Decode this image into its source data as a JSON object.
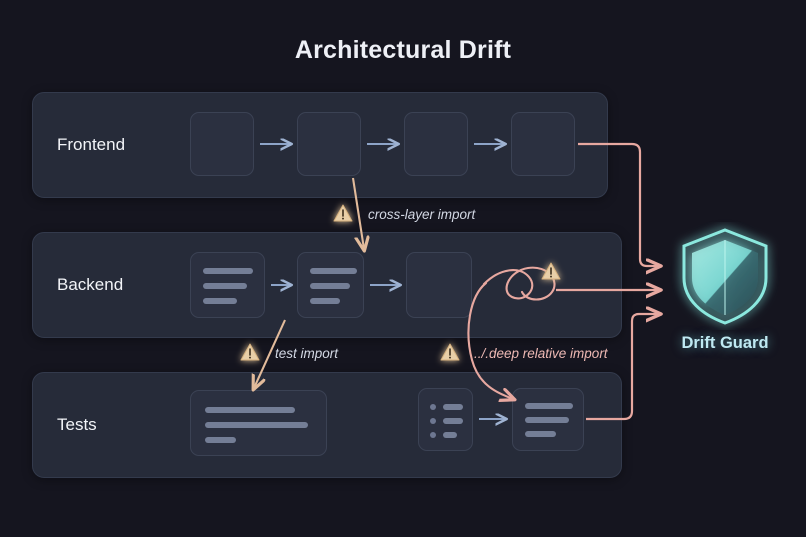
{
  "page": {
    "title": "Architectural Drift",
    "background_color": "#15151f"
  },
  "colors": {
    "panel_fill": "#262b39",
    "panel_border": "#333a4c",
    "node_fill": "#2b3040",
    "node_border": "#3b4254",
    "flow_arrow": "#8da4c8",
    "drift_pink": "#e7a8a0",
    "drift_tan": "#e2bb9b",
    "warn_fill": "#e8cfa8",
    "guard_cyan": "#7fe7e0",
    "guard_label": "#bfe9f2"
  },
  "layers": [
    {
      "id": "frontend",
      "label": "Frontend",
      "nodes": [
        {
          "id": "fe-1",
          "kind": "blank"
        },
        {
          "id": "fe-2",
          "kind": "blank"
        },
        {
          "id": "fe-3",
          "kind": "blank"
        },
        {
          "id": "fe-4",
          "kind": "blank"
        }
      ]
    },
    {
      "id": "backend",
      "label": "Backend",
      "nodes": [
        {
          "id": "be-1",
          "kind": "lines"
        },
        {
          "id": "be-2",
          "kind": "lines"
        },
        {
          "id": "be-3",
          "kind": "blank"
        }
      ]
    },
    {
      "id": "tests",
      "label": "Tests",
      "nodes": [
        {
          "id": "te-1",
          "kind": "lines-wide"
        },
        {
          "id": "te-2",
          "kind": "bullets"
        },
        {
          "id": "te-3",
          "kind": "lines"
        }
      ]
    }
  ],
  "drift_annotations": [
    {
      "id": "cross-layer",
      "label": "cross-layer import",
      "style": "neutral",
      "icon": "warning-triangle-icon",
      "from": "frontend",
      "to": "backend"
    },
    {
      "id": "test-import",
      "label": "test import",
      "style": "neutral",
      "icon": "warning-triangle-icon",
      "from": "backend",
      "to": "tests"
    },
    {
      "id": "deep-relative",
      "label": "../.deep relative import",
      "style": "pinkish",
      "icon": "warning-triangle-icon",
      "from": "backend",
      "to": "tests"
    }
  ],
  "guard": {
    "label": "Drift Guard",
    "icon": "shield-icon",
    "inbound_count": 3
  }
}
